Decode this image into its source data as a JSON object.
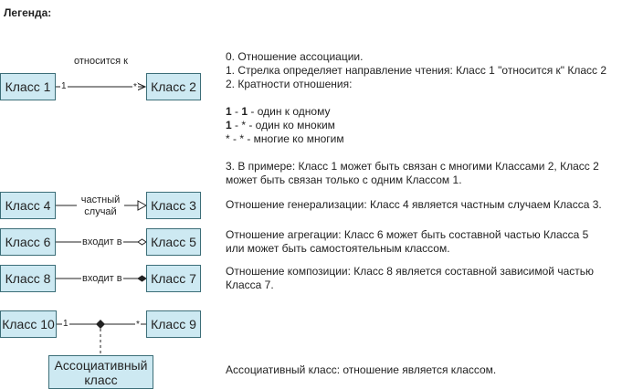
{
  "legend_title": "Легенда:",
  "classes": {
    "c1": "Класс 1",
    "c2": "Класс 2",
    "c3": "Класс 3",
    "c4": "Класс 4",
    "c5": "Класс 5",
    "c6": "Класс 6",
    "c7": "Класс 7",
    "c8": "Класс 8",
    "c9": "Класс 9",
    "c10": "Класс 10",
    "assoc_line1": "Ассоциативный",
    "assoc_line2": "класс"
  },
  "relations": {
    "association_label": "относится к",
    "association_mult_left": "1",
    "association_mult_right": "*",
    "generalization_line1": "частный",
    "generalization_line2": "случай",
    "aggregation_label": "входит в",
    "composition_label": "входит в",
    "assoc_class_mult_left": "1",
    "assoc_class_mult_right": "*"
  },
  "descriptions": {
    "association": [
      "0. Отношение ассоциации.",
      "1. Стрелка определяет направление чтения: Класс 1 \"относится к\" Класс 2",
      "2. Кратности отношения:",
      "",
      "",
      "",
      "",
      "",
      "3. В примере: Класс 1 может быть связан с многими Классами 2, Класс 2",
      "может быть связан только с одним Классом 1."
    ],
    "mult_rows": [
      {
        "bold_a": "1",
        "mid": " - ",
        "bold_b": "1",
        "rest": " - один к одному"
      },
      {
        "bold_a": "1",
        "mid": " - * - один ко мноким",
        "bold_b": "",
        "rest": ""
      },
      {
        "bold_a": "",
        "mid": "* - * - многие ко многим",
        "bold_b": "",
        "rest": ""
      }
    ],
    "generalization": "Отношение генерализации: Класс 4 является частным случаем Класса 3.",
    "aggregation_1": "Отношение агрегации: Класс 6 может быть составной частью Класса 5",
    "aggregation_2": "или может быть самостоятельным классом.",
    "composition_1": "Отношение композиции: Класс 8 является составной зависимой частью",
    "composition_2": "Класса 7.",
    "assoc_class": "Ассоциативный класс: отношение является классом."
  },
  "colors": {
    "box_fill": "#cde9f2",
    "box_border": "#3c6e78",
    "line": "#222222"
  }
}
